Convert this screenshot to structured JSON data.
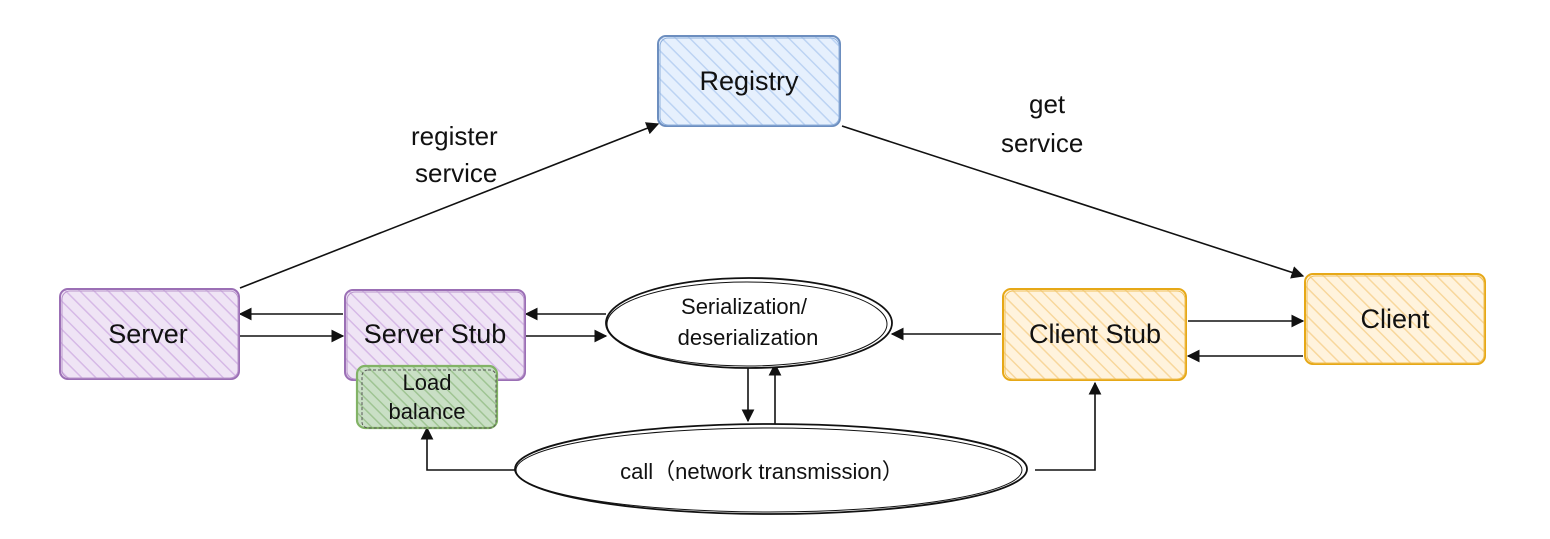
{
  "colors": {
    "purple_stroke": "#9b6fb5",
    "purple_fill": "#e6d6ef",
    "blue_stroke": "#6c8ebf",
    "blue_fill": "#dae8fc",
    "orange_stroke": "#e6a817",
    "orange_fill": "#fde9c6",
    "green_stroke": "#82b366",
    "green_fill": "#d5e8d4",
    "line": "#111111"
  },
  "nodes": {
    "registry": "Registry",
    "server": "Server",
    "server_stub": "Server Stub",
    "load_balance_line1": "Load",
    "load_balance_line2": "balance",
    "serialization_line1": "Serialization/",
    "serialization_line2": "deserialization",
    "client_stub": "Client Stub",
    "client": "Client",
    "network_call": "call（network transmission）"
  },
  "edges": {
    "register_line1": "register",
    "register_line2": "service",
    "get_line1": "get",
    "get_line2": "service"
  }
}
